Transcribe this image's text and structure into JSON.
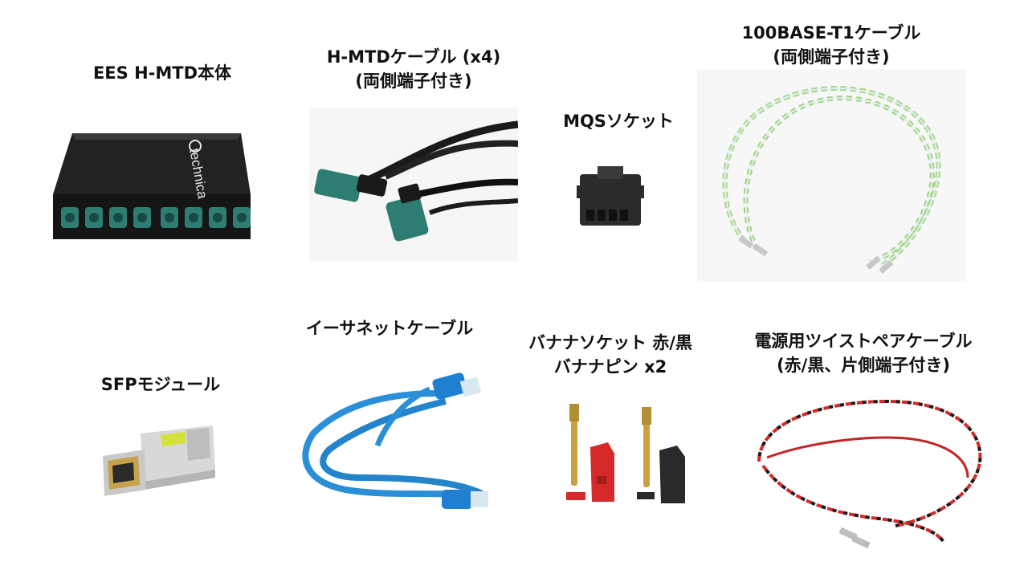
{
  "items": [
    {
      "id": "hmtd_unit",
      "lines": [
        "EES H-MTD本体"
      ],
      "brand": "technica"
    },
    {
      "id": "hmtd_cable",
      "lines": [
        "H-MTDケーブル (x4)",
        "(両側端子付き)"
      ]
    },
    {
      "id": "mqs_socket",
      "lines": [
        "MQSソケット"
      ]
    },
    {
      "id": "t1_cable",
      "lines": [
        "100BASE-T1ケーブル",
        "(両側端子付き)"
      ]
    },
    {
      "id": "sfp_module",
      "lines": [
        "SFPモジュール"
      ]
    },
    {
      "id": "ethernet_cable",
      "lines": [
        "イーサネットケーブル"
      ]
    },
    {
      "id": "banana",
      "lines": [
        "バナナソケット 赤/黒",
        "バナナピン x2"
      ]
    },
    {
      "id": "power_cable",
      "lines": [
        "電源用ツイストペアケーブル",
        "(赤/黒、片側端子付き)"
      ]
    }
  ],
  "colors": {
    "green_connector": "#2e7d72",
    "cable_black": "#1a1a1a",
    "blue_cable": "#2a8fd8",
    "red": "#d62a2a",
    "t1_green": "#a8d88a"
  }
}
